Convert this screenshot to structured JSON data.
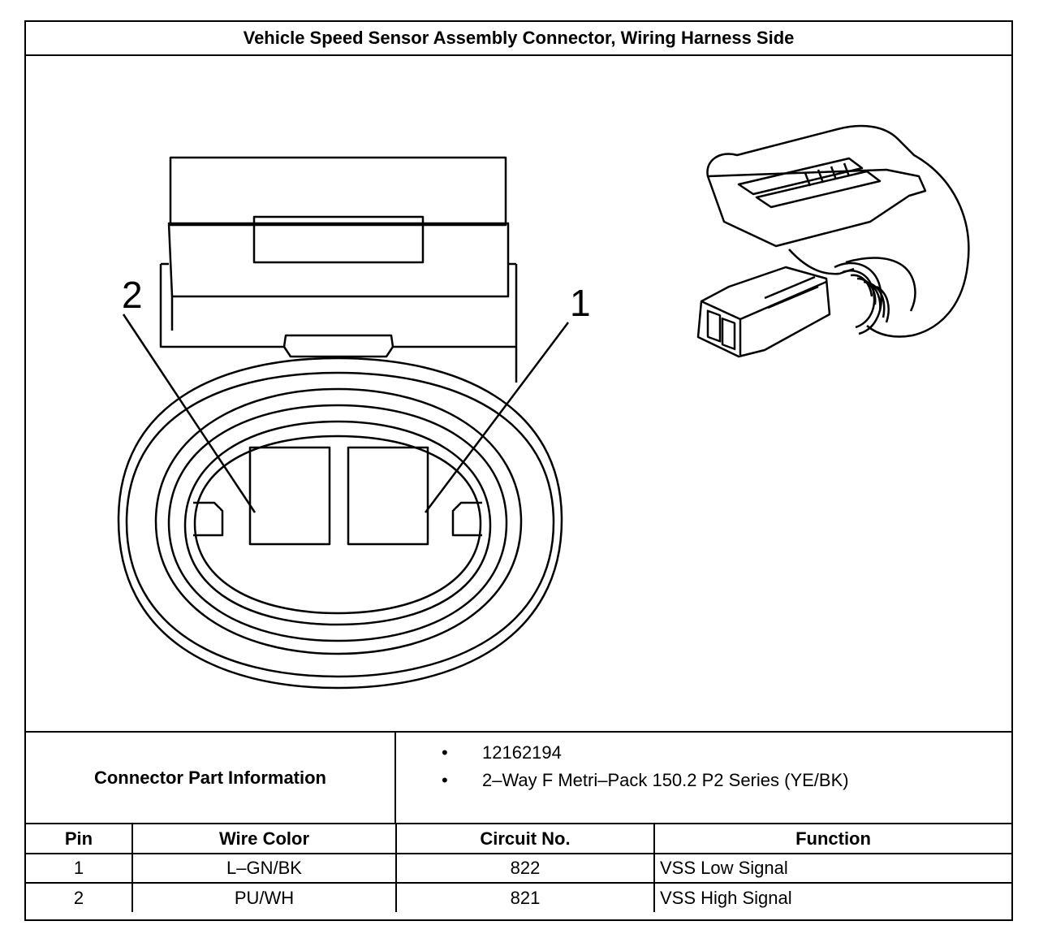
{
  "title": "Vehicle Speed Sensor Assembly Connector, Wiring Harness Side",
  "diagram": {
    "callouts": [
      "2",
      "1"
    ]
  },
  "part_info": {
    "label": "Connector Part Information",
    "items": [
      "12162194",
      "2–Way F Metri–Pack 150.2 P2 Series (YE/BK)"
    ]
  },
  "pin_table": {
    "headers": [
      "Pin",
      "Wire Color",
      "Circuit No.",
      "Function"
    ],
    "rows": [
      [
        "1",
        "L–GN/BK",
        "822",
        "VSS Low Signal"
      ],
      [
        "2",
        "PU/WH",
        "821",
        "VSS High Signal"
      ]
    ]
  }
}
